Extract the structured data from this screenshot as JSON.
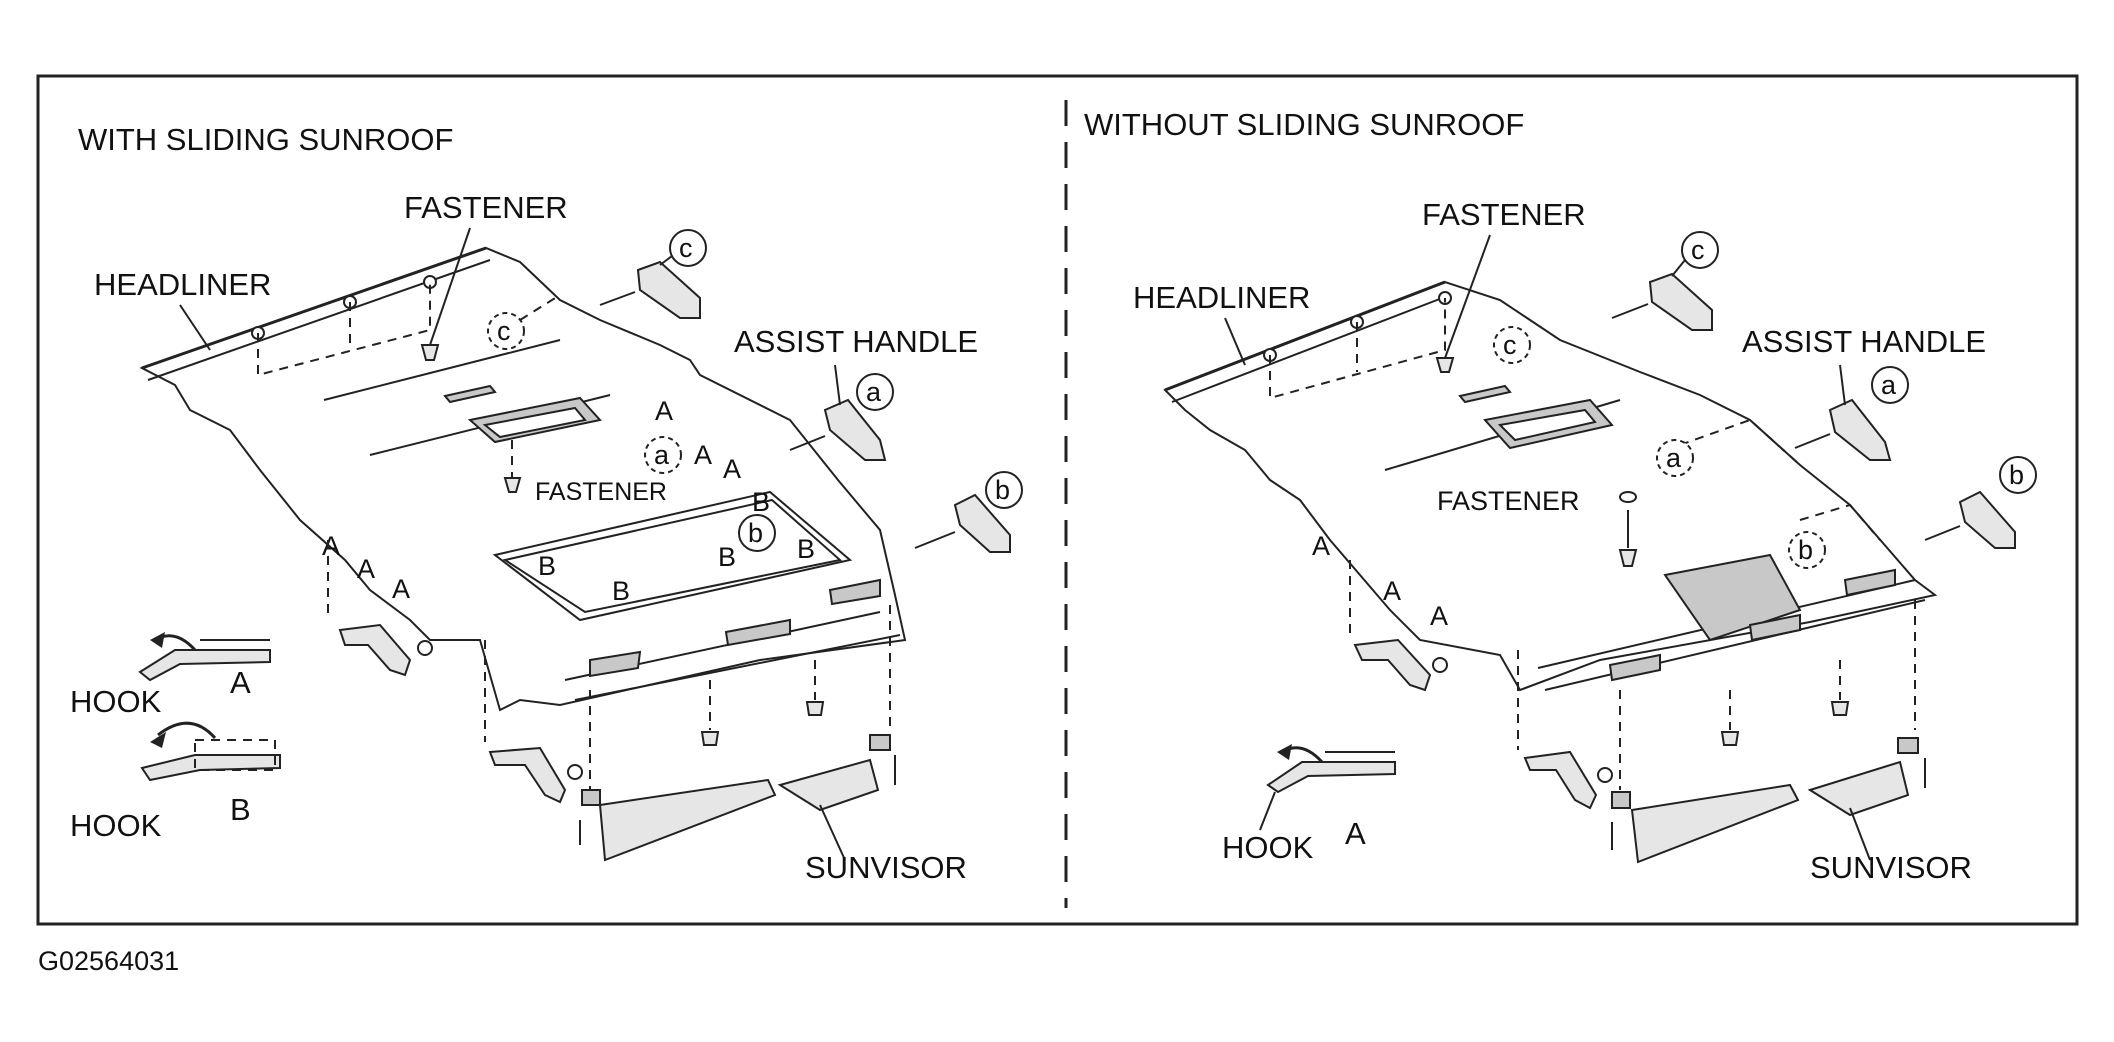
{
  "left_panel": {
    "title": "WITH SLIDING SUNROOF",
    "headliner": "HEADLINER",
    "fastener_top": "FASTENER",
    "fastener_mid": "FASTENER",
    "assist_handle": "ASSIST HANDLE",
    "sunvisor": "SUNVISOR",
    "hook_a": "HOOK",
    "hook_b": "HOOK",
    "detail_a": "A",
    "detail_b": "B",
    "callout_a": "a",
    "callout_b": "b",
    "callout_c": "c",
    "clip_a": "A",
    "clip_b": "B"
  },
  "right_panel": {
    "title": "WITHOUT SLIDING SUNROOF",
    "headliner": "HEADLINER",
    "fastener_top": "FASTENER",
    "fastener_mid": "FASTENER",
    "assist_handle": "ASSIST HANDLE",
    "sunvisor": "SUNVISOR",
    "hook_a": "HOOK",
    "detail_a": "A",
    "callout_a": "a",
    "callout_b": "b",
    "callout_c": "c",
    "clip_a": "A"
  },
  "figure_code": "G02564031"
}
